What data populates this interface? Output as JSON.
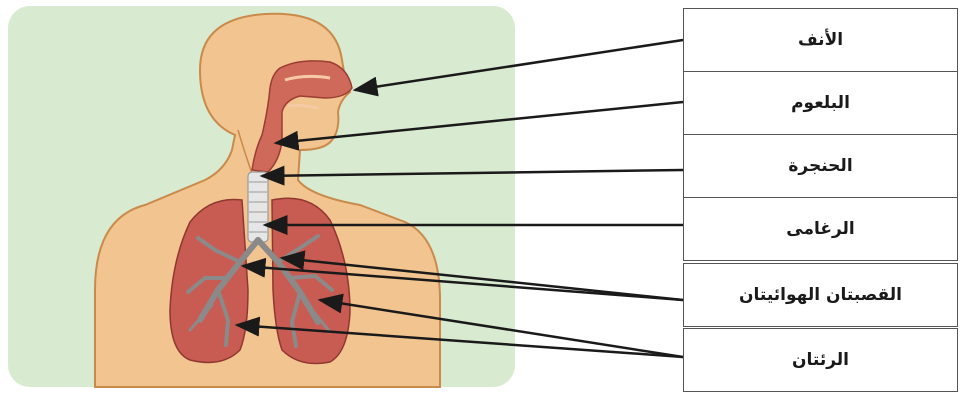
{
  "labels": {
    "nose": "الأنف",
    "pharynx": "البلعوم",
    "larynx": "الحنجرة",
    "trachea": "الرغامى",
    "bronchi": "القصبتان الهوائيتان",
    "lungs": "الرئتان"
  },
  "colors": {
    "background_panel": "#d8ead0",
    "skin": "#f2c48f",
    "skin_outline": "#c98a4b",
    "airway": "#cf6a5a",
    "lung": "#c95c52",
    "bronchial_tree": "#8a8a8a",
    "trachea": "#e6e6e6",
    "arrow": "#1a1a1a"
  }
}
